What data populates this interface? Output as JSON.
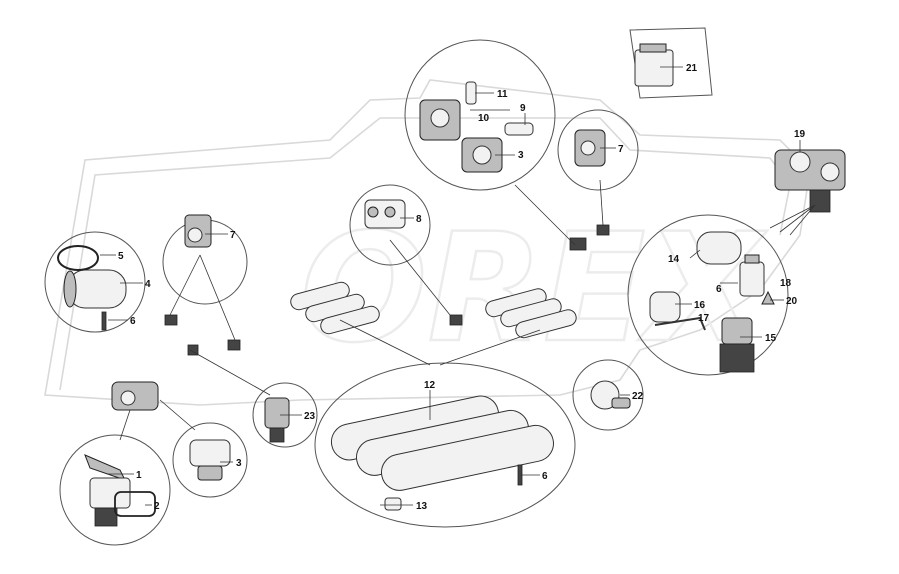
{
  "watermark": "OREX",
  "callouts": [
    {
      "id": "c1",
      "text": "1"
    },
    {
      "id": "c2",
      "text": "2"
    },
    {
      "id": "c3a",
      "text": "3"
    },
    {
      "id": "c3b",
      "text": "3"
    },
    {
      "id": "c4",
      "text": "4"
    },
    {
      "id": "c5",
      "text": "5"
    },
    {
      "id": "c6a",
      "text": "6"
    },
    {
      "id": "c6b",
      "text": "6"
    },
    {
      "id": "c6c",
      "text": "6"
    },
    {
      "id": "c7a",
      "text": "7"
    },
    {
      "id": "c7b",
      "text": "7"
    },
    {
      "id": "c8",
      "text": "8"
    },
    {
      "id": "c9",
      "text": "9"
    },
    {
      "id": "c10",
      "text": "10"
    },
    {
      "id": "c11",
      "text": "11"
    },
    {
      "id": "c12",
      "text": "12"
    },
    {
      "id": "c13",
      "text": "13"
    },
    {
      "id": "c14",
      "text": "14"
    },
    {
      "id": "c15",
      "text": "15"
    },
    {
      "id": "c16",
      "text": "16"
    },
    {
      "id": "c17",
      "text": "17"
    },
    {
      "id": "c18",
      "text": "18"
    },
    {
      "id": "c19",
      "text": "19"
    },
    {
      "id": "c20",
      "text": "20"
    },
    {
      "id": "c21",
      "text": "21"
    },
    {
      "id": "c22",
      "text": "22"
    },
    {
      "id": "c23",
      "text": "23"
    }
  ]
}
